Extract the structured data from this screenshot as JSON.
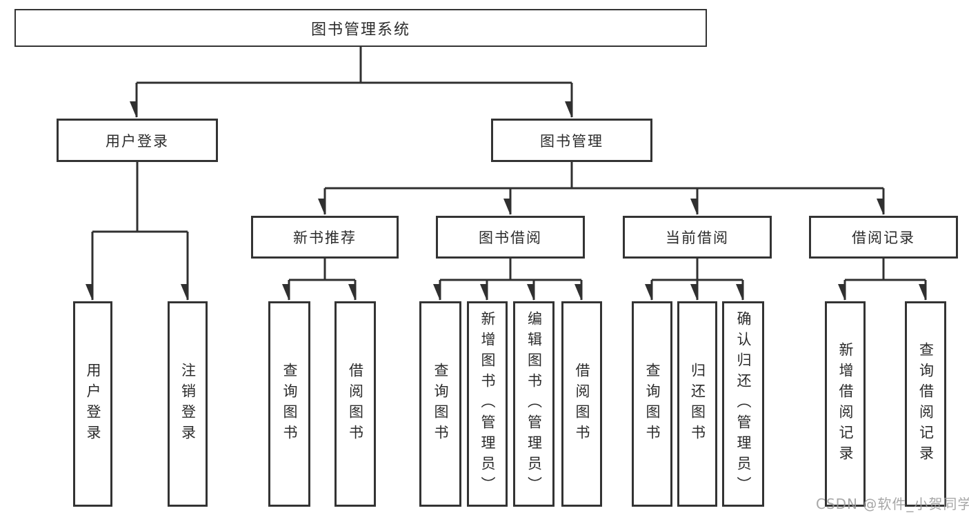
{
  "diagram_type": "function-structure-tree",
  "tree": {
    "label": "图书管理系统",
    "children": [
      {
        "label": "用户登录",
        "children": [
          {
            "label": "用户登录"
          },
          {
            "label": "注销登录"
          }
        ]
      },
      {
        "label": "图书管理",
        "children": [
          {
            "label": "新书推荐",
            "children": [
              {
                "label": "查询图书"
              },
              {
                "label": "借阅图书"
              }
            ]
          },
          {
            "label": "图书借阅",
            "children": [
              {
                "label": "查询图书"
              },
              {
                "label": "新增图书（管理员）"
              },
              {
                "label": "编辑图书（管理员）"
              },
              {
                "label": "借阅图书"
              }
            ]
          },
          {
            "label": "当前借阅",
            "children": [
              {
                "label": "查询图书"
              },
              {
                "label": "归还图书"
              },
              {
                "label": "确认归还（管理员）"
              }
            ]
          },
          {
            "label": "借阅记录",
            "children": [
              {
                "label": "新增借阅记录"
              },
              {
                "label": "查询借阅记录"
              }
            ]
          }
        ]
      }
    ]
  },
  "watermark": {
    "text": "CSDN @软件_小贺同学"
  },
  "colors": {
    "line": "#303030",
    "box_border": "#333333",
    "box_fill": "#ffffff",
    "text": "#2b2b2b",
    "watermark": "#9b9b9b"
  }
}
